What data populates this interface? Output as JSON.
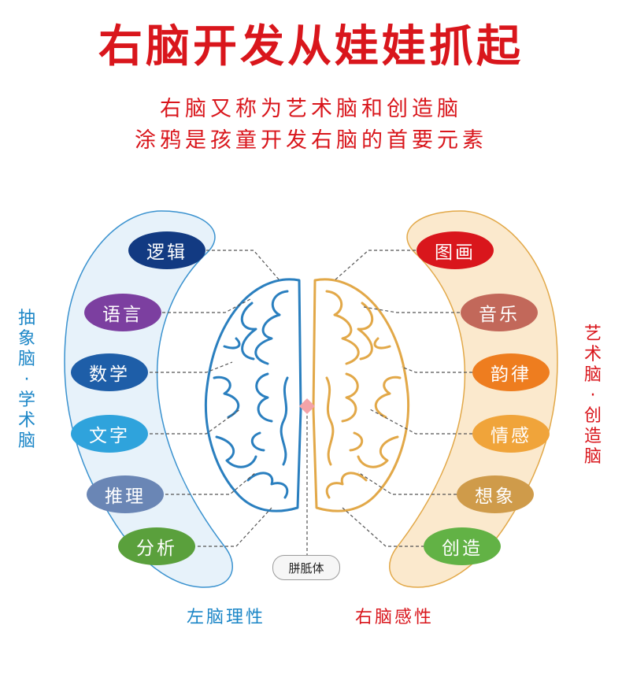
{
  "title": "右脑开发从娃娃抓起",
  "subtitle_lines": [
    "右脑又称为艺术脑和创造脑",
    "涂鸦是孩童开发右脑的首要元素"
  ],
  "left_side": {
    "vertical_label": "抽象脑 · 学术脑",
    "bottom_label": "左脑理性",
    "stroke_color": "#2a7fbf",
    "items": [
      {
        "label": "逻辑",
        "color": "#123a82"
      },
      {
        "label": "语言",
        "color": "#7c3fa0"
      },
      {
        "label": "数学",
        "color": "#1e5ea8"
      },
      {
        "label": "文字",
        "color": "#2fa3dc"
      },
      {
        "label": "推理",
        "color": "#6a86b5"
      },
      {
        "label": "分析",
        "color": "#5aa03c"
      }
    ]
  },
  "right_side": {
    "vertical_label": "艺术脑 · 创造脑",
    "bottom_label": "右脑感性",
    "stroke_color": "#e2a848",
    "items": [
      {
        "label": "图画",
        "color": "#d9161c"
      },
      {
        "label": "音乐",
        "color": "#c2685a"
      },
      {
        "label": "韵律",
        "color": "#ee7d1f"
      },
      {
        "label": "情感",
        "color": "#f0a43a"
      },
      {
        "label": "想象",
        "color": "#cf9b4a"
      },
      {
        "label": "创造",
        "color": "#62b245"
      }
    ]
  },
  "corpus_callosum": "胼胝体",
  "colors": {
    "title": "#d9161c",
    "left_band_fill": "#e7f2fa",
    "left_band_stroke": "#3a92cf",
    "right_band_fill": "#fbe9cd",
    "right_band_stroke": "#e2a848",
    "center_marker": "#f4a3a8"
  }
}
